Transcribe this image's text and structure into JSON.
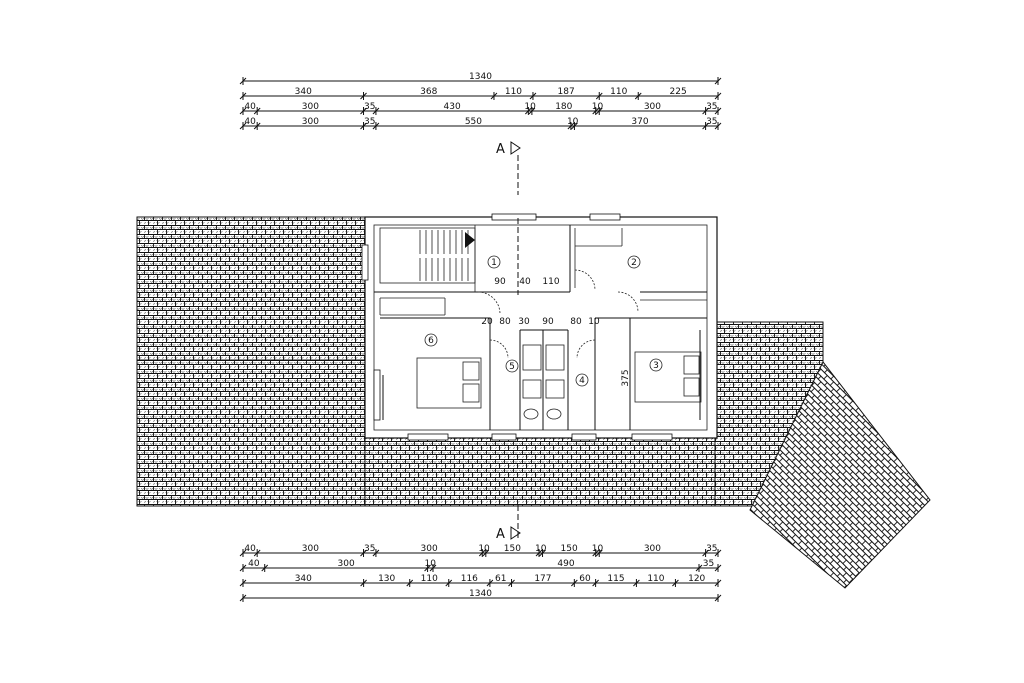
{
  "dimensions": {
    "top": [
      [
        "1340"
      ],
      [
        "340",
        "368",
        "110",
        "187",
        "110",
        "225"
      ],
      [
        "40",
        "300",
        "35",
        "430",
        "10",
        "180",
        "10",
        "300",
        "35"
      ],
      [
        "40",
        "300",
        "35",
        "550",
        "10",
        "370",
        "35"
      ]
    ],
    "bottom": [
      [
        "40",
        "300",
        "35",
        "300",
        "10",
        "150",
        "10",
        "150",
        "10",
        "300",
        "35"
      ],
      [
        "40",
        "300",
        "10",
        "490",
        "35"
      ],
      [
        "340",
        "130",
        "110",
        "116",
        "61",
        "177",
        "60",
        "115",
        "110",
        "120"
      ],
      [
        "1340"
      ]
    ]
  },
  "section_marks": {
    "top": "A",
    "bottom": "A"
  },
  "rooms": [
    "1",
    "2",
    "3",
    "4",
    "5",
    "6"
  ],
  "interior_dims": [
    "90",
    "40",
    "110",
    "90",
    "80",
    "10",
    "20",
    "80",
    "30",
    "375"
  ]
}
